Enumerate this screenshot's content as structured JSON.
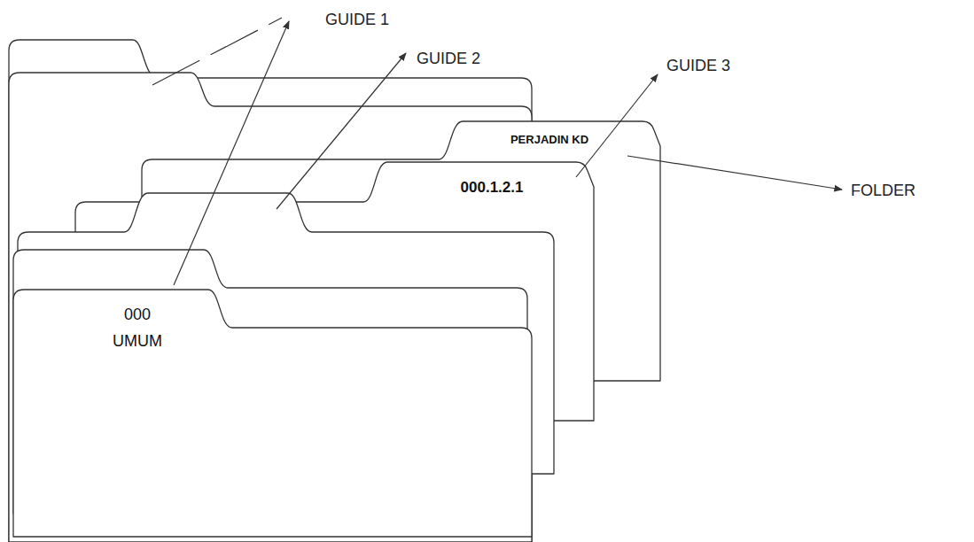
{
  "diagram": {
    "nodes": [
      {
        "text": [
          "PERJADIN KD"
        ]
      },
      {
        "text": [
          "000.1.2.1"
        ]
      },
      {
        "text": [
          "000 UMUM"
        ]
      }
    ],
    "labels": [
      "GUIDE 1",
      "GUIDE 2",
      "GUIDE 3",
      "FOLDER"
    ]
  }
}
